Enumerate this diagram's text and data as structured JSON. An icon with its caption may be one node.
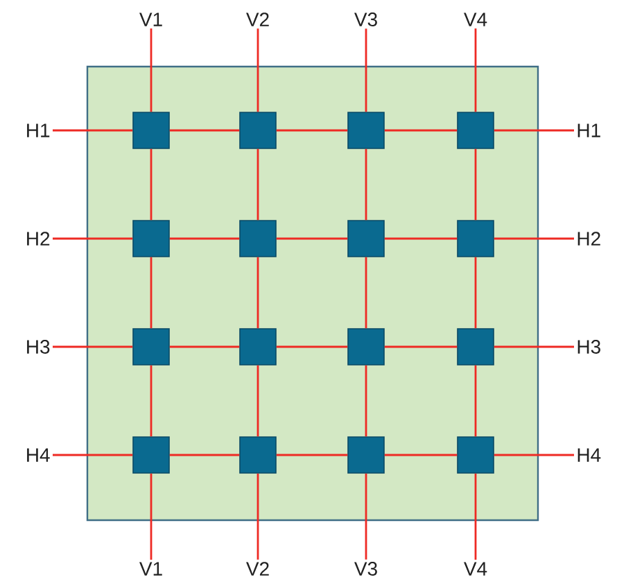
{
  "diagram": {
    "nodes": [
      {
        "text": [],
        "shape": "box"
      },
      {
        "text": [
          "V1"
        ]
      },
      {
        "text": [
          "V2"
        ]
      },
      {
        "text": [
          "V3"
        ]
      },
      {
        "text": [
          "V4"
        ]
      },
      {
        "text": [
          "H1"
        ]
      },
      {
        "text": [],
        "shape": "box",
        "in": 0
      },
      {
        "text": [],
        "shape": "box",
        "in": 0
      },
      {
        "text": [],
        "shape": "box",
        "in": 0
      },
      {
        "text": [],
        "shape": "box",
        "in": 0
      },
      {
        "text": [
          "H1"
        ]
      },
      {
        "text": [
          "H2"
        ]
      },
      {
        "text": [],
        "shape": "box",
        "in": 0
      },
      {
        "text": [],
        "shape": "box",
        "in": 0
      },
      {
        "text": [],
        "shape": "box",
        "in": 0
      },
      {
        "text": [],
        "shape": "box",
        "in": 0
      },
      {
        "text": [
          "H2"
        ]
      },
      {
        "text": [
          "H3"
        ]
      },
      {
        "text": [],
        "shape": "box",
        "in": 0
      },
      {
        "text": [],
        "shape": "box",
        "in": 0
      },
      {
        "text": [],
        "shape": "box",
        "in": 0
      },
      {
        "text": [],
        "shape": "box",
        "in": 0
      },
      {
        "text": [
          "H3"
        ]
      },
      {
        "text": [
          "H4"
        ]
      },
      {
        "text": [],
        "shape": "box",
        "in": 0
      },
      {
        "text": [],
        "shape": "box",
        "in": 0
      },
      {
        "text": [],
        "shape": "box",
        "in": 0
      },
      {
        "text": [],
        "shape": "box",
        "in": 0
      },
      {
        "text": [
          "H4"
        ]
      },
      {
        "text": [
          "V1"
        ]
      },
      {
        "text": [
          "V2"
        ]
      },
      {
        "text": [
          "V3"
        ]
      },
      {
        "text": [
          "V4"
        ]
      }
    ],
    "edges": [
      {
        "from": 5,
        "to": 6,
        "arrow": "none"
      },
      {
        "from": 6,
        "to": 7,
        "arrow": "none"
      },
      {
        "from": 7,
        "to": 8,
        "arrow": "none"
      },
      {
        "from": 8,
        "to": 9,
        "arrow": "none"
      },
      {
        "from": 9,
        "to": 10,
        "arrow": "none"
      },
      {
        "from": 11,
        "to": 12,
        "arrow": "none"
      },
      {
        "from": 12,
        "to": 13,
        "arrow": "none"
      },
      {
        "from": 13,
        "to": 14,
        "arrow": "none"
      },
      {
        "from": 14,
        "to": 15,
        "arrow": "none"
      },
      {
        "from": 15,
        "to": 16,
        "arrow": "none"
      },
      {
        "from": 17,
        "to": 18,
        "arrow": "none"
      },
      {
        "from": 18,
        "to": 19,
        "arrow": "none"
      },
      {
        "from": 19,
        "to": 20,
        "arrow": "none"
      },
      {
        "from": 20,
        "to": 21,
        "arrow": "none"
      },
      {
        "from": 21,
        "to": 22,
        "arrow": "none"
      },
      {
        "from": 23,
        "to": 24,
        "arrow": "none"
      },
      {
        "from": 24,
        "to": 25,
        "arrow": "none"
      },
      {
        "from": 25,
        "to": 26,
        "arrow": "none"
      },
      {
        "from": 26,
        "to": 27,
        "arrow": "none"
      },
      {
        "from": 27,
        "to": 28,
        "arrow": "none"
      },
      {
        "from": 1,
        "to": 6,
        "arrow": "none"
      },
      {
        "from": 6,
        "to": 12,
        "arrow": "none"
      },
      {
        "from": 12,
        "to": 18,
        "arrow": "none"
      },
      {
        "from": 18,
        "to": 24,
        "arrow": "none"
      },
      {
        "from": 24,
        "to": 29,
        "arrow": "none"
      },
      {
        "from": 2,
        "to": 7,
        "arrow": "none"
      },
      {
        "from": 7,
        "to": 13,
        "arrow": "none"
      },
      {
        "from": 13,
        "to": 19,
        "arrow": "none"
      },
      {
        "from": 19,
        "to": 25,
        "arrow": "none"
      },
      {
        "from": 25,
        "to": 30,
        "arrow": "none"
      },
      {
        "from": 3,
        "to": 8,
        "arrow": "none"
      },
      {
        "from": 8,
        "to": 14,
        "arrow": "none"
      },
      {
        "from": 14,
        "to": 20,
        "arrow": "none"
      },
      {
        "from": 20,
        "to": 26,
        "arrow": "none"
      },
      {
        "from": 26,
        "to": 31,
        "arrow": "none"
      },
      {
        "from": 4,
        "to": 9,
        "arrow": "none"
      },
      {
        "from": 9,
        "to": 15,
        "arrow": "none"
      },
      {
        "from": 15,
        "to": 21,
        "arrow": "none"
      },
      {
        "from": 21,
        "to": 27,
        "arrow": "none"
      },
      {
        "from": 27,
        "to": 32,
        "arrow": "none"
      }
    ]
  }
}
